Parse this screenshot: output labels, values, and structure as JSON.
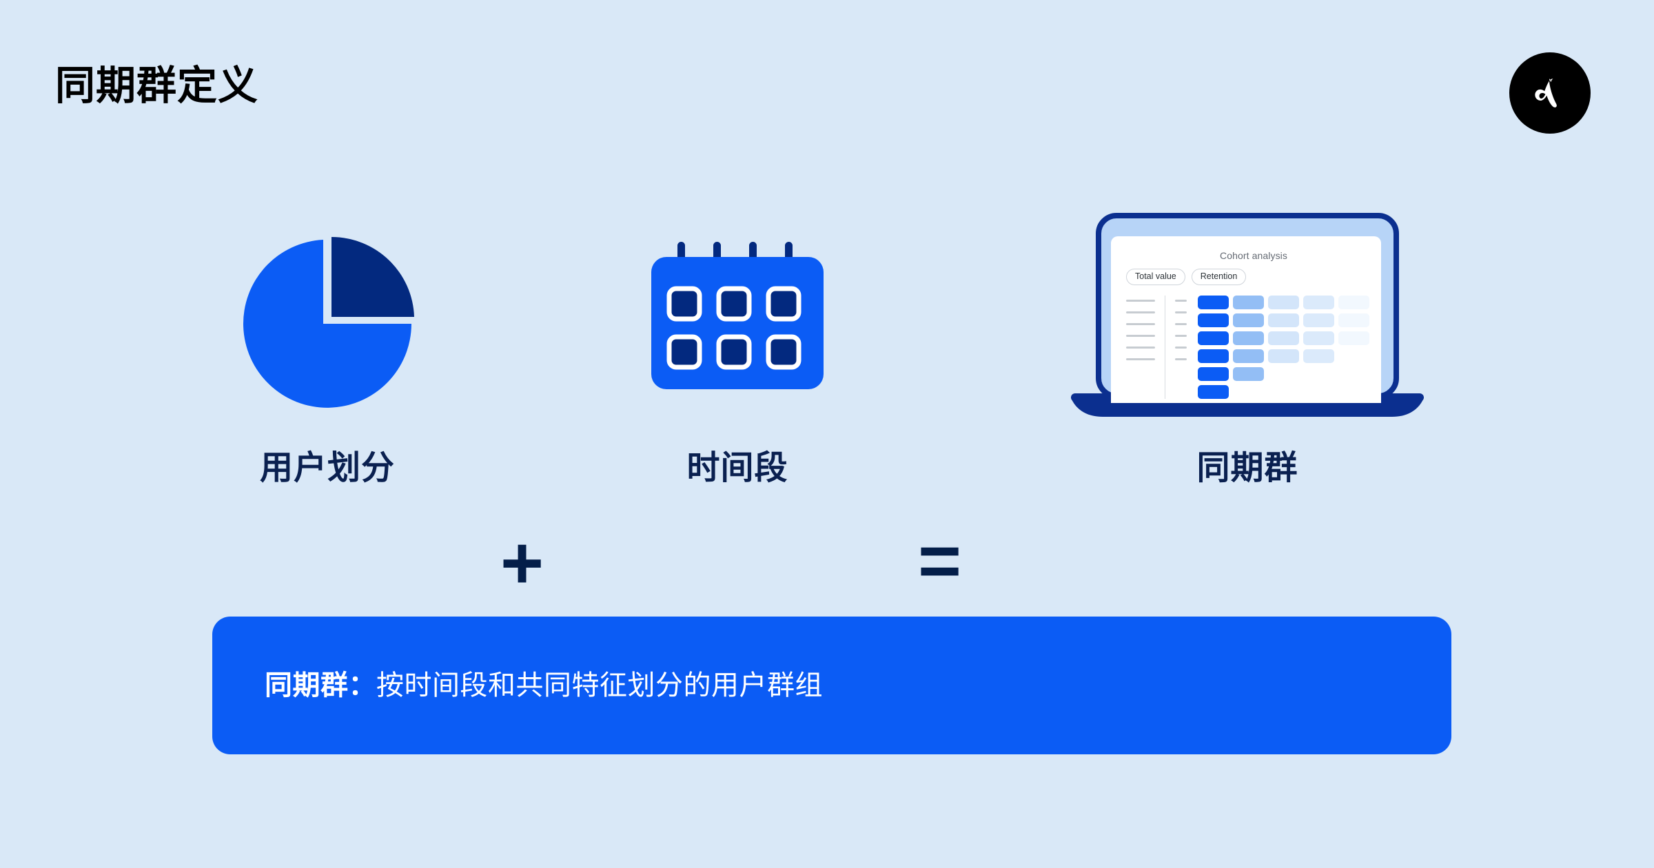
{
  "page": {
    "title": "同期群定义",
    "background_color": "#d9e8f7"
  },
  "logo": {
    "name": "amplitude-logo",
    "circle_color": "#000000",
    "mark_color": "#ffffff"
  },
  "diagram": {
    "operators": {
      "plus": "+",
      "equals": "="
    },
    "items": [
      {
        "icon": "pie-chart-icon",
        "caption": "用户划分",
        "colors": {
          "major": "#0b5cf5",
          "minor": "#03297f"
        },
        "slices": [
          {
            "label": "major",
            "percent": 75
          },
          {
            "label": "minor",
            "percent": 25
          }
        ]
      },
      {
        "icon": "calendar-icon",
        "caption": "时间段",
        "colors": {
          "body": "#0b5cf5",
          "squares": "#03297f",
          "rings": "#03297f"
        },
        "ring_count": 4,
        "square_rows": 2,
        "square_cols": 3
      },
      {
        "icon": "laptop-cohort-icon",
        "caption": "同期群",
        "colors": {
          "frame": "#0b2f8f",
          "bezel": "#b7d4f7",
          "base": "#0b2f8f"
        }
      }
    ]
  },
  "screen": {
    "title": "Cohort analysis",
    "pills": [
      {
        "label": "Total value"
      },
      {
        "label": "Retention"
      }
    ],
    "row_label_count": 6,
    "cohort_grid": {
      "palette": [
        "#0b5cf5",
        "#93bef5",
        "#d3e5fa",
        "#dbeafb",
        "#f2f8fe"
      ],
      "rows": [
        [
          "#0b5cf5",
          "#93bef5",
          "#d3e5fa",
          "#dbeafb",
          "#f2f8fe"
        ],
        [
          "#0b5cf5",
          "#93bef5",
          "#d3e5fa",
          "#dbeafb",
          "#f2f8fe"
        ],
        [
          "#0b5cf5",
          "#93bef5",
          "#d3e5fa",
          "#dbeafb",
          "#f2f8fe"
        ],
        [
          "#0b5cf5",
          "#93bef5",
          "#d3e5fa",
          "#dbeafb"
        ],
        [
          "#0b5cf5",
          "#93bef5"
        ],
        [
          "#0b5cf5"
        ]
      ]
    }
  },
  "banner": {
    "lead": "同期群：",
    "body": "按时间段和共同特征划分的用户群组",
    "background_color": "#0b5cf5",
    "text_color": "#ffffff"
  }
}
